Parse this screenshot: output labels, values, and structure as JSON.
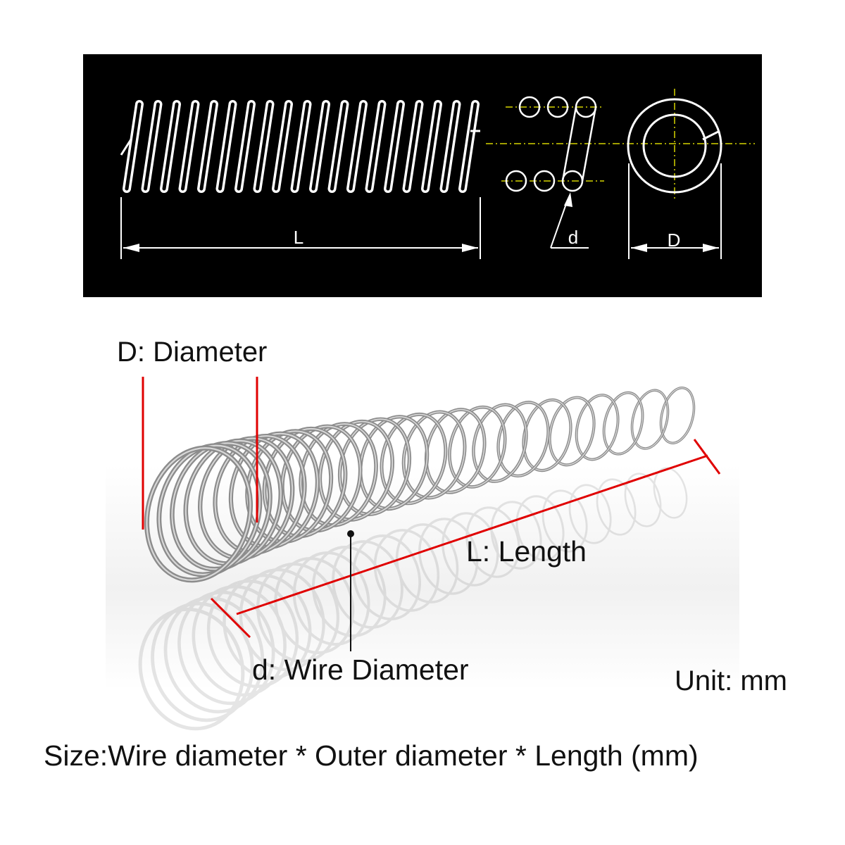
{
  "diagram": {
    "top_panel": {
      "length_symbol": "L",
      "wire_symbol": "d",
      "diameter_symbol": "D"
    },
    "photo_labels": {
      "diameter": "D: Diameter",
      "length": "L: Length",
      "wire_diameter": "d: Wire Diameter"
    },
    "unit": "Unit: mm",
    "size_caption": "Size:Wire diameter * Outer diameter * Length (mm)"
  },
  "colors": {
    "panel_background": "#000000",
    "drawing_lines": "#ffffff",
    "center_lines": "#d6d400",
    "measure_lines": "#e00000",
    "spring_steel": "#8c8c8c"
  }
}
